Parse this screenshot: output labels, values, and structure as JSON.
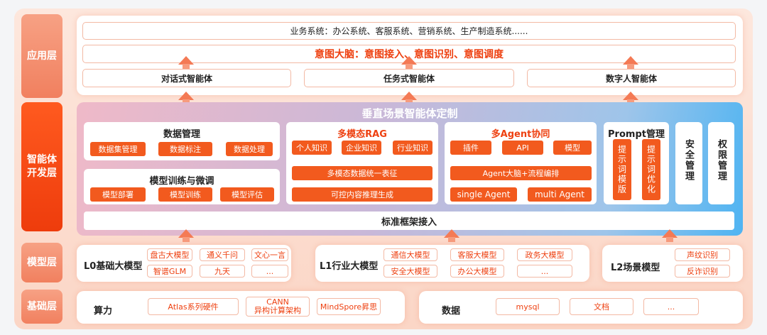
{
  "layers": {
    "app": "应用层",
    "dev": "智能体开发层",
    "model": "模型层",
    "base": "基础层"
  },
  "app": {
    "business": "业务系统：办公系统、客服系统、营销系统、生产制造系统......",
    "intent": "意图大脑：意图接入、意图识别、意图调度",
    "agents": [
      "对话式智能体",
      "任务式智能体",
      "数字人智能体"
    ]
  },
  "dev": {
    "title": "垂直场景智能体定制",
    "data_mgmt": {
      "title": "数据管理",
      "items": [
        "数据集管理",
        "数据标注",
        "数据处理"
      ]
    },
    "training": {
      "title": "模型训练与微调",
      "items": [
        "模型部署",
        "模型训练",
        "模型评估"
      ]
    },
    "rag": {
      "title": "多模态RAG",
      "items": [
        "个人知识",
        "企业知识",
        "行业知识"
      ],
      "bar1": "多模态数据统一表征",
      "bar2": "可控内容推理生成"
    },
    "agent": {
      "title": "多Agent协同",
      "items": [
        "插件",
        "API",
        "模型"
      ],
      "bar1": "Agent大脑+流程编排",
      "single": "single Agent",
      "multi": "multi Agent"
    },
    "prompt": {
      "title": "Prompt管理",
      "items": [
        "提示词模版",
        "提示词优化"
      ]
    },
    "security": "安全管理",
    "permission": "权限管理",
    "std": "标准框架接入"
  },
  "model": {
    "l0": {
      "label": "L0基础大模型",
      "items": [
        "盘古大模型",
        "通义千问",
        "文心一言",
        "智谱GLM",
        "九天",
        "..."
      ]
    },
    "l1": {
      "label": "L1行业大模型",
      "items": [
        "通信大模型",
        "客服大模型",
        "政务大模型",
        "安全大模型",
        "办公大模型",
        "..."
      ]
    },
    "l2": {
      "label": "L2场景模型",
      "items": [
        "声纹识别",
        "反诈识别"
      ]
    }
  },
  "base": {
    "compute": {
      "label": "算力",
      "items": [
        "Atlas系列硬件",
        "CANN\n异构计算架构",
        "MindSpore昇思"
      ]
    },
    "data": {
      "label": "数据",
      "items": [
        "mysql",
        "文档",
        "..."
      ]
    }
  },
  "colors": {
    "accent": "#f25a1e",
    "accent_light": "#f3b9a4",
    "blue": "#4fb4f2"
  }
}
